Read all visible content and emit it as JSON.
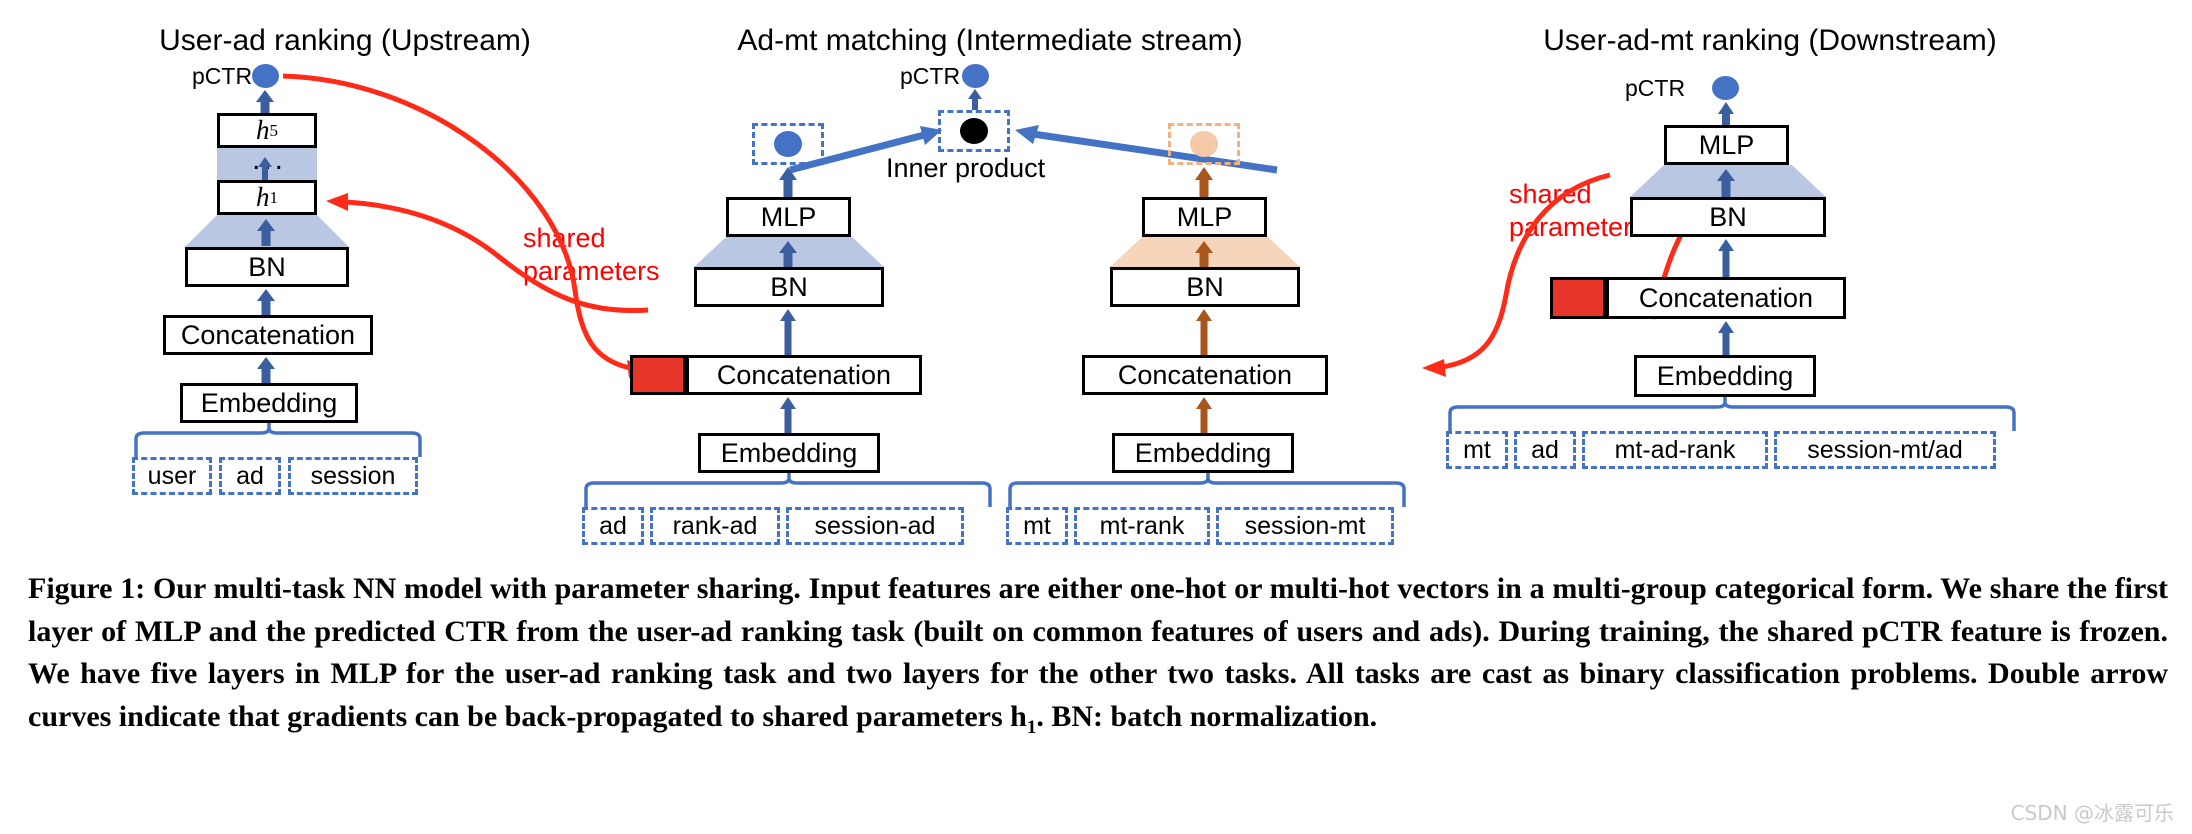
{
  "figure": {
    "columns": [
      {
        "title": "User-ad ranking (Upstream)",
        "pctr_label": "pCTR",
        "layers": {
          "h_top": "h",
          "h_top_sub": "5",
          "h_bottom": "h",
          "h_bottom_sub": "1",
          "dots": "...",
          "bn": "BN",
          "concat": "Concatenation",
          "embedding": "Embedding"
        },
        "features": [
          "user",
          "ad",
          "session"
        ]
      },
      {
        "title": "Ad-mt matching (Intermediate stream)",
        "pctr_label": "pCTR",
        "inner_product_label": "Inner product",
        "left_branch": {
          "mlp": "MLP",
          "bn": "BN",
          "concat": "Concatenation",
          "embedding": "Embedding",
          "features": [
            "ad",
            "rank-ad",
            "session-ad"
          ]
        },
        "right_branch": {
          "mlp": "MLP",
          "bn": "BN",
          "concat": "Concatenation",
          "embedding": "Embedding",
          "features": [
            "mt",
            "mt-rank",
            "session-mt"
          ]
        }
      },
      {
        "title": "User-ad-mt ranking (Downstream)",
        "pctr_label": "pCTR",
        "layers": {
          "mlp": "MLP",
          "bn": "BN",
          "concat": "Concatenation",
          "embedding": "Embedding"
        },
        "features": [
          "mt",
          "ad",
          "mt-ad-rank",
          "session-mt/ad"
        ]
      }
    ],
    "annotations": {
      "shared_left_line1": "shared",
      "shared_left_line2": "parameters",
      "shared_right_line1": "shared",
      "shared_right_line2": "parameters"
    },
    "colors": {
      "blue": "#4472C4",
      "light_blue": "#B9C7E3",
      "red": "#FF0000",
      "red_square": "#E8352A",
      "peach": "#F5C9A8",
      "light_peach": "#F7D5BB",
      "brown_arrow": "#A8561E"
    }
  },
  "caption": {
    "text_part1": "Figure 1: Our multi-task NN model with parameter sharing. Input features are either one-hot or multi-hot vectors in a multi-group categorical form. We share the first layer of MLP and the predicted CTR from the user-ad ranking task (built on common features of users and ads). During training, the shared pCTR feature is frozen. We have five layers in MLP for the user-ad ranking task and two layers for the other two tasks. All tasks are cast as binary classification problems. Double arrow curves indicate that gradients can be back-propagated to shared parameters h",
    "sub": "1",
    "text_part2": ". BN: batch normalization."
  },
  "watermark": "CSDN @冰露可乐"
}
